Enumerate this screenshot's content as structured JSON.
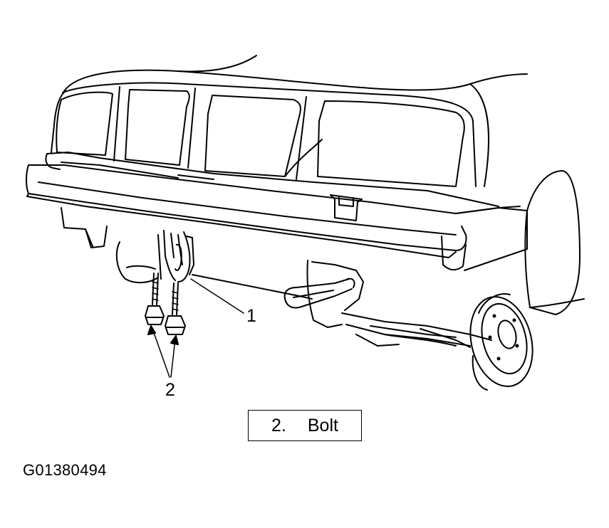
{
  "callouts": {
    "item_1": "1",
    "item_2": "2"
  },
  "legend": {
    "number": "2.",
    "label": "Bolt"
  },
  "figure_code": "G01380494",
  "colors": {
    "line": "#000000",
    "background": "#ffffff"
  }
}
